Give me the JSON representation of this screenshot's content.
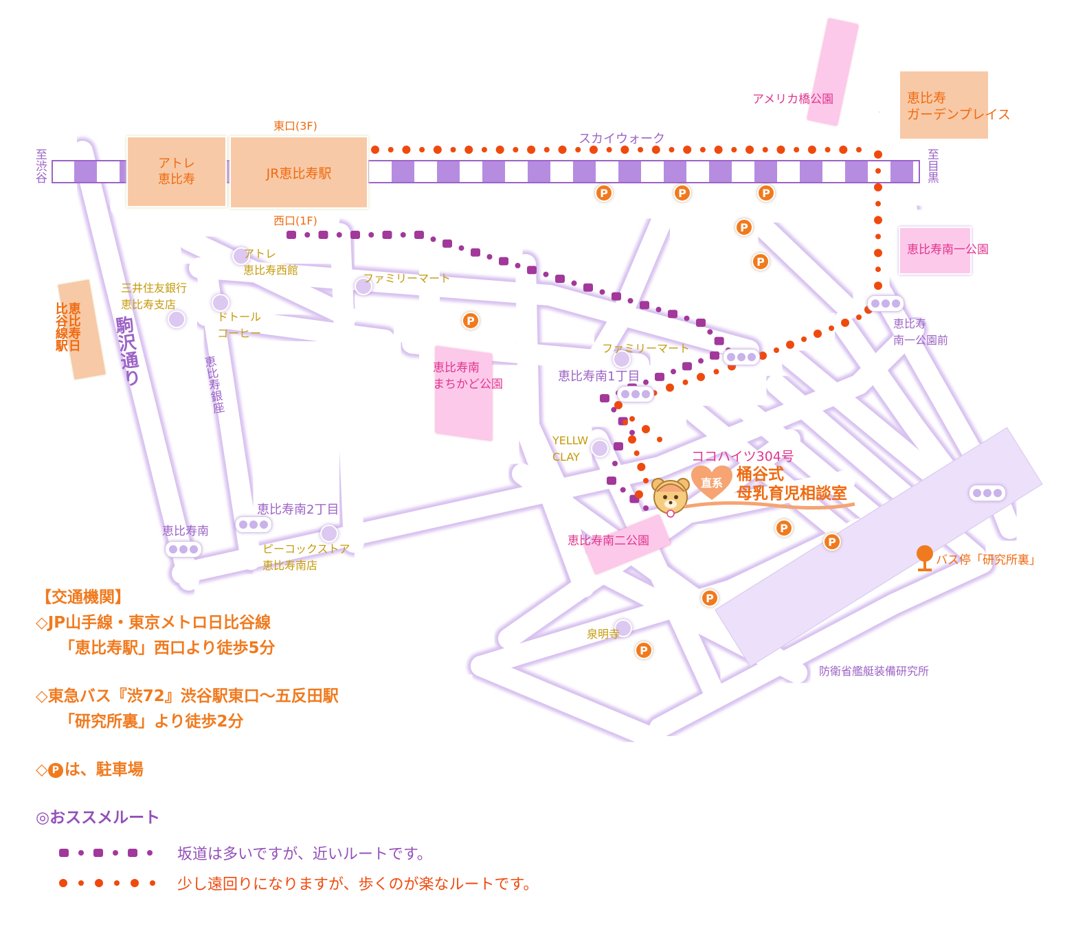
{
  "colors": {
    "station": "#f8c9a6",
    "park": "#fcc9ea",
    "rail": "#b68ce0",
    "road": "#ffffff",
    "road_outline": "#d7c0ef",
    "route_steep": "#a2389a",
    "route_easy": "#ef4a0e",
    "parking": "#f07a1e",
    "text_orange": "#f07a1e",
    "text_pink": "#e0358e",
    "text_purple": "#9c63c6",
    "text_gold": "#c49a0c"
  },
  "directions": {
    "shibuya": "至渋谷",
    "meguro": "至目黒"
  },
  "station": {
    "atre": "アトレ恵比寿",
    "jr": "JR恵比寿駅",
    "east_exit": "東口(3F)",
    "west_exit": "西口(1F)",
    "skywalk": "スカイウォーク",
    "hibiya": "恵比寿日比谷線駅"
  },
  "places": {
    "america_bashi": "アメリカ橋公園",
    "garden_place": [
      "恵比寿",
      "ガーデンプレイス"
    ],
    "minami1_park": "恵比寿南一公園",
    "minami1_bus": [
      "恵比寿",
      "南一公園前"
    ],
    "atre_west": [
      "アトレ",
      "恵比寿西館"
    ],
    "smbc": [
      "三井住友銀行",
      "恵比寿支店"
    ],
    "doutor": [
      "ドトール",
      "コーヒー"
    ],
    "familymart1": "ファミリーマート",
    "familymart2": "ファミリーマート",
    "machikado_park": [
      "恵比寿南",
      "まちかど公園"
    ],
    "minami1chome": "恵比寿南1丁目",
    "komazawa": "駒沢通り",
    "ginza": "恵比寿銀座",
    "yellow_clay": [
      "YELLW",
      "CLAY"
    ],
    "minami2chome": "恵比寿南2丁目",
    "minami_bus": "恵比寿南",
    "peacock": [
      "ピーコックストア",
      "恵比寿南店"
    ],
    "minami2_park": "恵比寿南二公園",
    "senmyoji": "泉明寺",
    "bus_stop": "バス停「研究所裏」",
    "defense": "防衛省艦艇装備研究所"
  },
  "destination": {
    "room": "ココハイツ304号",
    "badge": "直系",
    "name1": "桶谷式",
    "name2": "母乳育児相談室"
  },
  "parking_label": "P",
  "legend": {
    "heading": "【交通機関】",
    "l1": "◇JP山手線・東京メトロ日比谷線",
    "l2": "「恵比寿駅」西口より徒歩5分",
    "l3": "◇東急バス『渋72』渋谷駅東口～五反田駅",
    "l4": "「研究所裏」より徒歩2分",
    "p_prefix": "◇",
    "p_mark": "P",
    "p_text": "は、駐車場",
    "rec": "◎おススメルート",
    "route_steep": "坂道は多いですが、近いルートです。",
    "route_easy": "少し遠回りになりますが、歩くのが楽なルートです。"
  }
}
